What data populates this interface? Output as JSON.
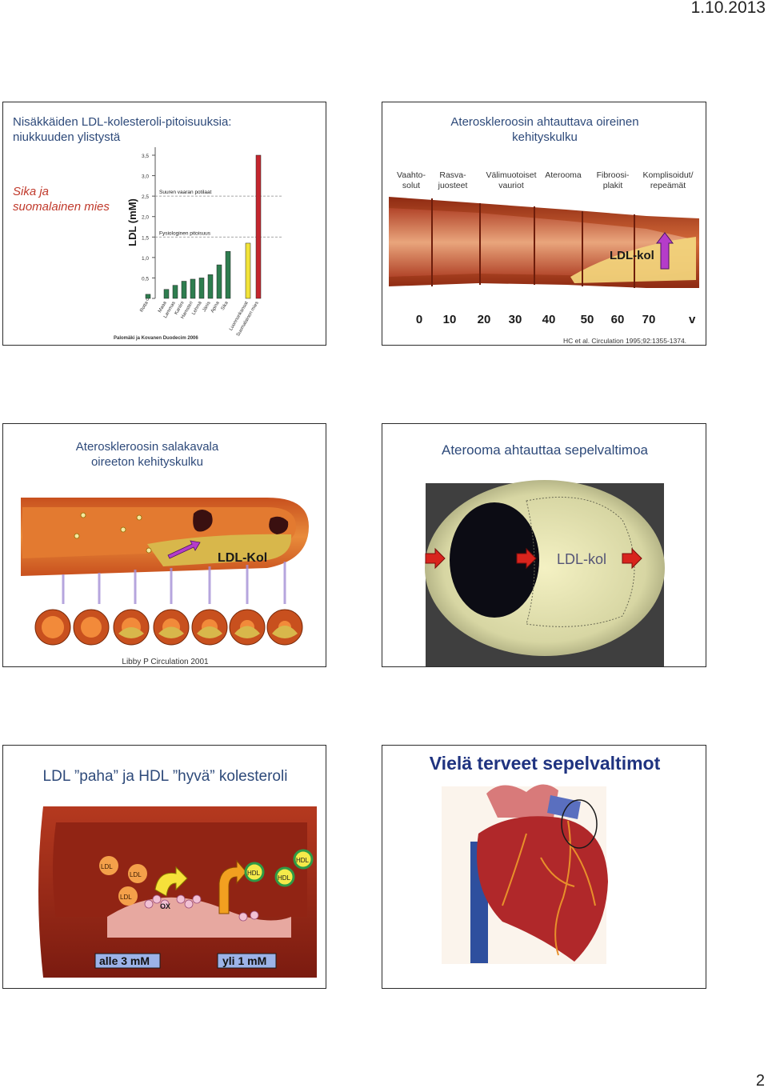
{
  "header": {
    "date": "1.10.2013"
  },
  "footer": {
    "page_number": "2"
  },
  "slide1": {
    "title_line1": "Nisäkkäiden LDL-kolesteroli-pitoisuuksia:",
    "title_line2": "niukkuuden ylistystä",
    "subtitle_line1": "Sika ja",
    "subtitle_line2": "suomalainen mies",
    "source": "Palomäki ja Kovanen Duodecim 2006",
    "chart_data": {
      "type": "bar",
      "ylabel": "LDL (mM)",
      "ylim": [
        0,
        3.5
      ],
      "yticks": [
        "0",
        "0,5",
        "1,0",
        "1,5",
        "2,0",
        "2,5",
        "3,0",
        "3,5"
      ],
      "reference_lines": [
        {
          "label": "Suuren vaaran potilaat",
          "value": 2.5
        },
        {
          "label": "Fysiologinen pitoisuus",
          "value": 1.5
        }
      ],
      "categories": [
        "Rotta",
        "Maaa",
        "Lammas",
        "Kaniini",
        "Hamsteri",
        "Lehmä",
        "Jänis",
        "Apina",
        "Sika",
        "Luonnonkansat",
        "Suomalainen mies"
      ],
      "values": [
        0.1,
        0.22,
        0.32,
        0.42,
        0.47,
        0.5,
        0.58,
        0.82,
        1.15,
        1.35,
        3.5
      ],
      "bar_colors": [
        "#2e7d4f",
        "#2e7d4f",
        "#2e7d4f",
        "#2e7d4f",
        "#2e7d4f",
        "#2e7d4f",
        "#2e7d4f",
        "#2e7d4f",
        "#2e7d4f",
        "#f1e33a",
        "#c4262e"
      ]
    }
  },
  "slide2": {
    "title_line1": "Ateroskleroosin ahtauttava oireinen",
    "title_line2": "kehityskulku",
    "stages": [
      {
        "l1": "Vaahto-",
        "l2": "solut"
      },
      {
        "l1": "Rasva-",
        "l2": "juosteet"
      },
      {
        "l1": "Välimuotoiset",
        "l2": "vauriot"
      },
      {
        "l1": "Aterooma",
        "l2": ""
      },
      {
        "l1": "Fibroosi-",
        "l2": "plakit"
      },
      {
        "l1": "Komplisoidut/",
        "l2": "repeämät"
      }
    ],
    "ldl_label": "LDL-kol",
    "ages": [
      "0",
      "10",
      "20",
      "30",
      "40",
      "50",
      "60",
      "70"
    ],
    "age_unit": "v",
    "source": "HC et al. Circulation 1995;92:1355-1374."
  },
  "slide3": {
    "title_line1": "Ateroskleroosin salakavala",
    "title_line2": "oireeton kehityskulku",
    "ldl_label": "LDL-Kol",
    "source": "Libby P Circulation 2001"
  },
  "slide4": {
    "title": "Aterooma ahtauttaa sepelvaltimoa",
    "ldl_label": "LDL-kol"
  },
  "slide5": {
    "title": "LDL ”paha” ja HDL ”hyvä” kolesteroli",
    "ldl_tag": "LDL",
    "hdl_tag": "HDL",
    "ox_tag": "OX",
    "box_left": "alle 3 mM",
    "box_right": "yli 1 mM"
  },
  "slide6": {
    "title": "Vielä terveet sepelvaltimot"
  }
}
